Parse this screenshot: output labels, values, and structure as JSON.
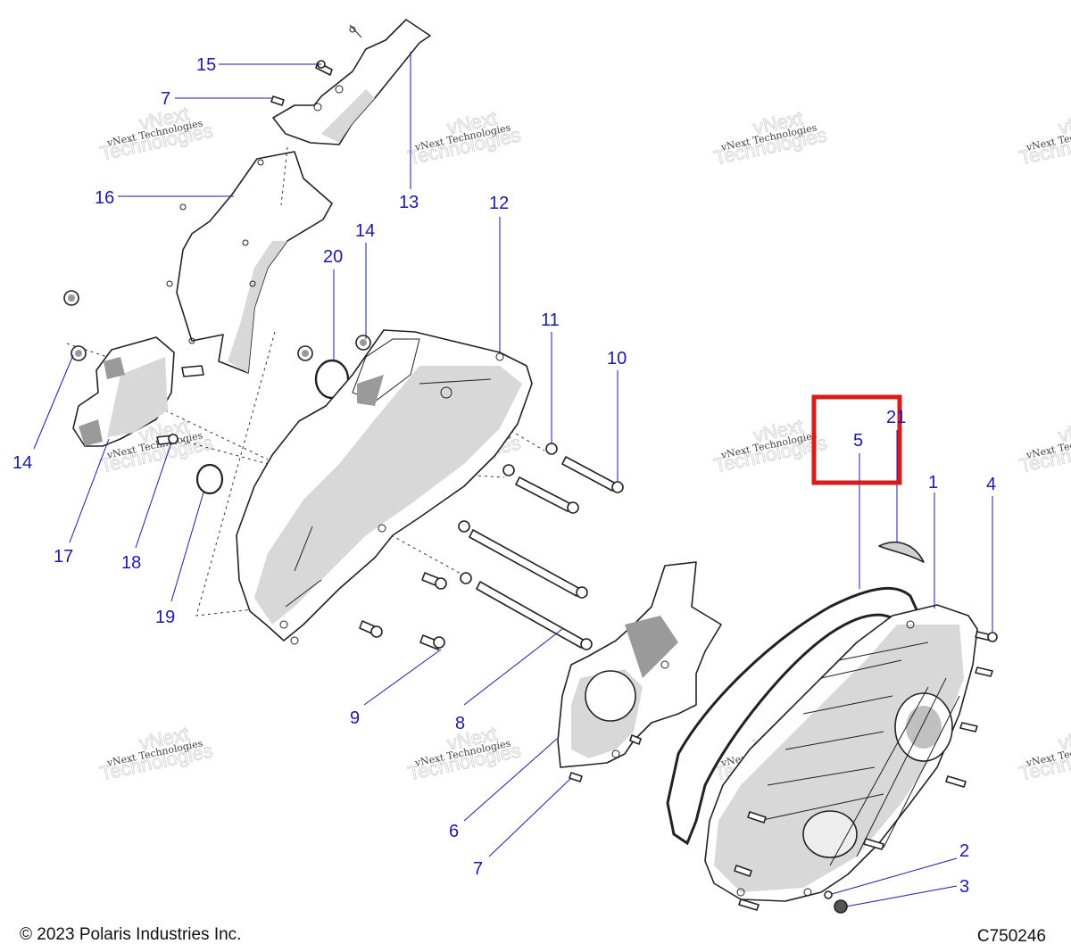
{
  "callouts": {
    "c15": "15",
    "c7a": "7",
    "c16": "16",
    "c13": "13",
    "c12": "12",
    "c14a": "14",
    "c20": "20",
    "c11": "11",
    "c10": "10",
    "c14b": "14",
    "c17": "17",
    "c18": "18",
    "c19": "19",
    "c9": "9",
    "c8": "8",
    "c6": "6",
    "c7b": "7",
    "c21": "21",
    "c5": "5",
    "c1": "1",
    "c4": "4",
    "c2": "2",
    "c3": "3"
  },
  "watermark": {
    "line1": "vNext Technologies",
    "line2": "vNext",
    "line3": "Technologies"
  },
  "footer": {
    "copyright": "© 2023 Polaris Industries Inc.",
    "diagram_code": "C750246"
  },
  "colors": {
    "callout": "#1a1aa8",
    "highlight_box": "#d81b1b"
  }
}
